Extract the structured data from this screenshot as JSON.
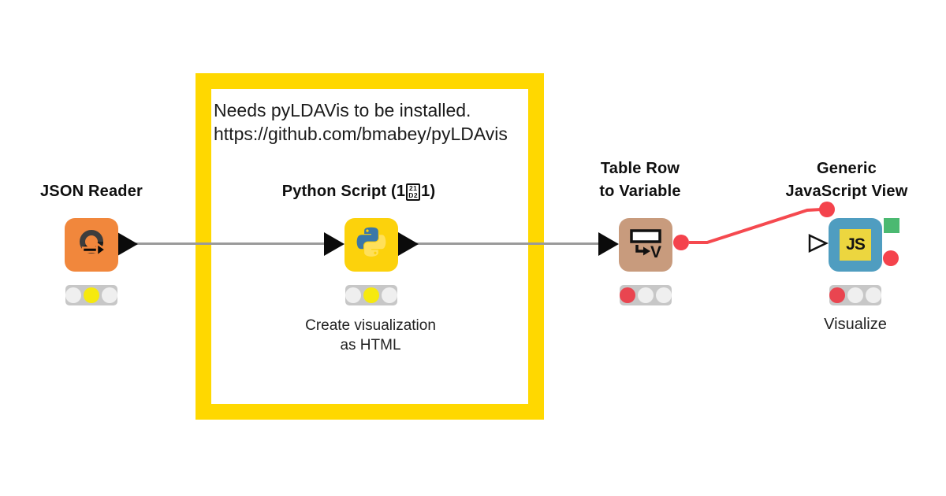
{
  "annotation": {
    "lines": [
      "Needs pyLDAVis to be installed.",
      "https://github.com/bmabey/pyLDAvis"
    ]
  },
  "nodes": [
    {
      "title": "JSON Reader",
      "traffic": [
        "off",
        "yellow",
        "off"
      ]
    },
    {
      "title_pre": "Python Script (1",
      "glyph_top": "21",
      "glyph_bottom": "D2",
      "title_post": "1)",
      "comment_lines": [
        "Create visualization",
        "as HTML"
      ],
      "traffic": [
        "off",
        "yellow",
        "off"
      ]
    },
    {
      "title_lines": [
        "Table Row",
        "to Variable"
      ],
      "traffic": [
        "red",
        "off",
        "off"
      ]
    },
    {
      "title_lines": [
        "Generic",
        "JavaScript View"
      ],
      "icon_text": "JS",
      "comment": "Visualize",
      "traffic": [
        "red",
        "off",
        "off"
      ]
    }
  ],
  "colors": {
    "annotation_border": "#FFD800",
    "node_source_orange": "#F1873C",
    "node_scripting_yellow": "#FCD20C",
    "node_variable_tan": "#C89B7D",
    "node_view_blue": "#4F9DC0",
    "connection_gray": "#9A9A9A",
    "flow_variable_red": "#F5494F",
    "image_port_green": "#4BB971",
    "traffic_yellow": "#F6E90E",
    "traffic_red": "#E94550"
  }
}
